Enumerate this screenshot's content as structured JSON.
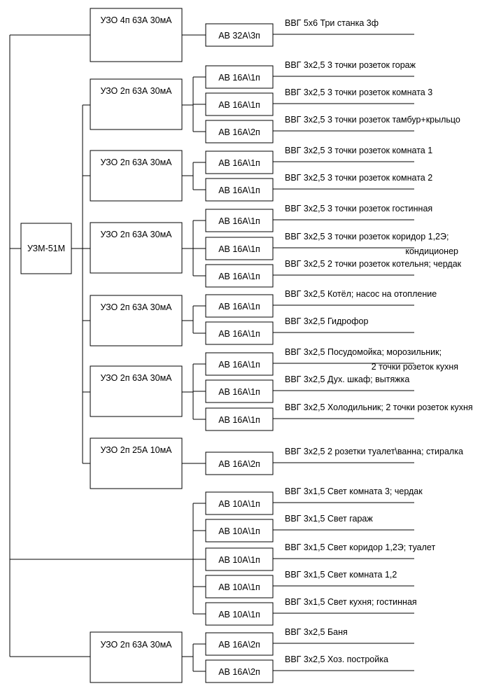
{
  "main_device": "УЗМ-51М",
  "rcd_groups": [
    {
      "rcd": "УЗО 4п 63А 30мА",
      "circuits": [
        {
          "breaker": "АВ 32А\\3п",
          "cable": [
            "ВВГ 5х6 Три станка 3ф"
          ]
        }
      ]
    },
    {
      "rcd": "УЗО 2п 63А 30мА",
      "circuits": [
        {
          "breaker": "АВ 16А\\1п",
          "cable": [
            "ВВГ 3х2,5 3 точки розеток гораж"
          ]
        },
        {
          "breaker": "АВ 16А\\1п",
          "cable": [
            "ВВГ 3х2,5 3 точки розеток комната 3"
          ]
        },
        {
          "breaker": "АВ 16А\\2п",
          "cable": [
            "ВВГ 3х2,5 3 точки розеток тамбур+крыльцо"
          ]
        }
      ]
    },
    {
      "rcd": "УЗО 2п 63А 30мА",
      "circuits": [
        {
          "breaker": "АВ 16А\\1п",
          "cable": [
            "ВВГ 3х2,5 3 точки розеток комната 1"
          ]
        },
        {
          "breaker": "АВ 16А\\1п",
          "cable": [
            "ВВГ 3х2,5 3 точки розеток комната 2"
          ]
        }
      ]
    },
    {
      "rcd": "УЗО 2п 63А 30мА",
      "circuits": [
        {
          "breaker": "АВ 16А\\1п",
          "cable": [
            "ВВГ 3х2,5 3 точки розеток гостинная"
          ]
        },
        {
          "breaker": "АВ 16А\\1п",
          "cable": [
            "ВВГ 3х2,5 3 точки розеток коридор 1,2Э;",
            "кондиционер"
          ]
        },
        {
          "breaker": "АВ 16А\\1п",
          "cable": [
            "ВВГ 3х2,5 2 точки розеток котельня; чердак"
          ]
        }
      ]
    },
    {
      "rcd": "УЗО 2п 63А 30мА",
      "circuits": [
        {
          "breaker": "АВ 16А\\1п",
          "cable": [
            "ВВГ 3х2,5 Котёл; насос на отопление"
          ]
        },
        {
          "breaker": "АВ 16А\\1п",
          "cable": [
            "ВВГ 3х2,5 Гидрофор"
          ]
        }
      ]
    },
    {
      "rcd": "УЗО 2п 63А 30мА",
      "circuits": [
        {
          "breaker": "АВ 16А\\1п",
          "cable": [
            "ВВГ 3х2,5 Посудомойка; морозильник;",
            "2 точки розеток кухня"
          ]
        },
        {
          "breaker": "АВ 16А\\1п",
          "cable": [
            "ВВГ 3х2,5 Дух. шкаф; вытяжка"
          ]
        },
        {
          "breaker": "АВ 16А\\1п",
          "cable": [
            "ВВГ 3х2,5 Холодильник; 2 точки розеток кухня"
          ]
        }
      ]
    },
    {
      "rcd": "УЗО 2п 25А 10мА",
      "circuits": [
        {
          "breaker": "АВ 16А\\2п",
          "cable": [
            "ВВГ 3х2,5 2 розетки туалет\\ванна; стиралка"
          ]
        }
      ]
    }
  ],
  "lighting_circuits": [
    {
      "breaker": "АВ 10А\\1п",
      "cable": [
        "ВВГ 3х1,5 Свет комната 3; чердак"
      ]
    },
    {
      "breaker": "АВ 10А\\1п",
      "cable": [
        "ВВГ 3х1,5 Свет гараж"
      ]
    },
    {
      "breaker": "АВ 10А\\1п",
      "cable": [
        "ВВГ 3х1,5 Свет коридор 1,2Э; туалет"
      ]
    },
    {
      "breaker": "АВ 10А\\1п",
      "cable": [
        "ВВГ 3х1,5 Свет комната 1,2"
      ]
    },
    {
      "breaker": "АВ 10А\\1п",
      "cable": [
        "ВВГ 3х1,5 Свет кухня; гостинная"
      ]
    }
  ],
  "outbuilding_group": {
    "rcd": "УЗО 2п 63А 30мА",
    "circuits": [
      {
        "breaker": "АВ 16А\\2п",
        "cable": [
          "ВВГ 3х2,5 Баня"
        ]
      },
      {
        "breaker": "АВ 16А\\2п",
        "cable": [
          "ВВГ 3х2,5 Хоз. постройка"
        ]
      }
    ]
  }
}
